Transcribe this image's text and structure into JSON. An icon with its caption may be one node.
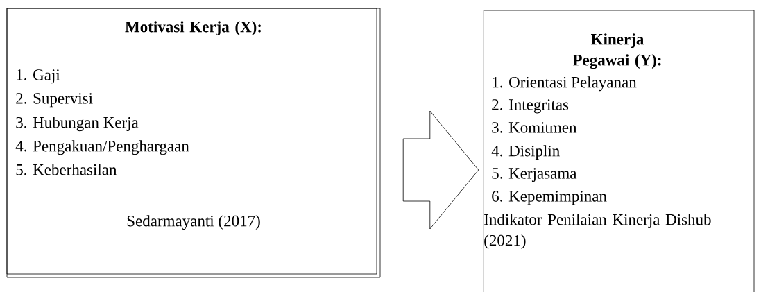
{
  "diagram": {
    "nodes": [
      {
        "text": [
          "Motivasi Kerja (X):",
          "1. Gaji",
          "2. Supervisi",
          "3. Hubungan Kerja",
          "4. Pengakuan/Penghargaan",
          "5. Keberhasilan",
          "Sedarmayanti (2017)"
        ]
      },
      {
        "text": [
          "Kinerja Pegawai (Y):",
          "1. Orientasi Pelayanan",
          "2. Integritas",
          "3. Komitmen",
          "4. Disiplin",
          "5. Kerjasama",
          "6. Kepemimpinan",
          "Indikator Penilaian Kinerja Dishub (2021)"
        ]
      }
    ],
    "edges": [
      {
        "from": 0,
        "to": 1,
        "arrow": "to"
      }
    ]
  }
}
